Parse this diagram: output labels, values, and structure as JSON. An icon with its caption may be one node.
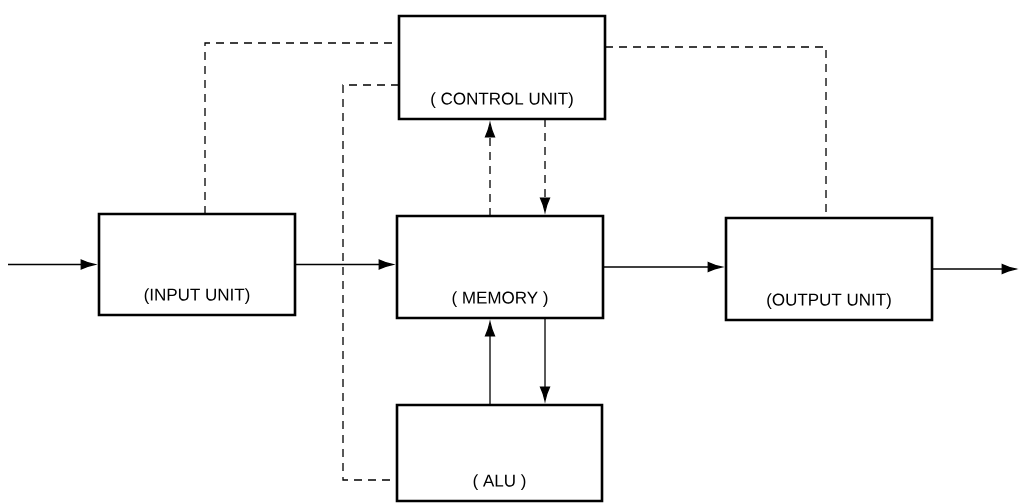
{
  "diagram": {
    "nodes": [
      {
        "text": [
          "( CONTROL UNIT)"
        ]
      },
      {
        "text": [
          "(INPUT UNIT)"
        ]
      },
      {
        "text": [
          "( MEMORY )"
        ]
      },
      {
        "text": [
          "(OUTPUT UNIT)"
        ]
      },
      {
        "text": [
          "( ALU )"
        ]
      }
    ],
    "edges": [
      {
        "from": null,
        "to": 1,
        "arrow": "to"
      },
      {
        "from": 1,
        "to": 2,
        "arrow": "to"
      },
      {
        "from": 2,
        "to": 3,
        "arrow": "to"
      },
      {
        "from": 3,
        "to": null,
        "arrow": "to"
      },
      {
        "from": 4,
        "to": 2,
        "arrow": "to"
      },
      {
        "from": 2,
        "to": 4,
        "arrow": "to"
      },
      {
        "from": 2,
        "to": 0,
        "arrow": "to",
        "style": "dashed"
      },
      {
        "from": 0,
        "to": 2,
        "arrow": "to",
        "style": "dashed"
      },
      {
        "from": 1,
        "to": 0,
        "arrow": "none",
        "style": "dashed"
      },
      {
        "from": 0,
        "to": 3,
        "arrow": "none",
        "style": "dashed"
      },
      {
        "from": 0,
        "to": 4,
        "arrow": "none",
        "style": "dashed"
      }
    ]
  }
}
